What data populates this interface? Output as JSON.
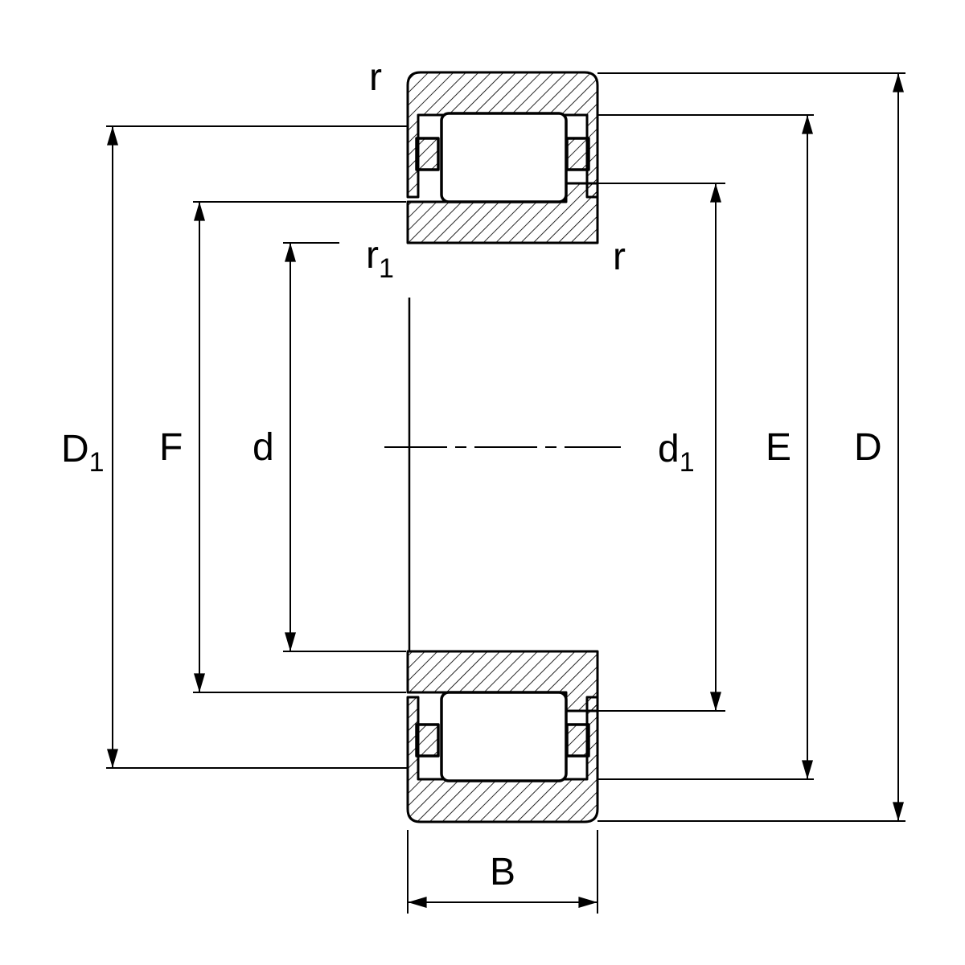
{
  "colors": {
    "line": "#000000",
    "background": "#ffffff"
  },
  "dims": {
    "D1": {
      "base": "D",
      "sub": "1"
    },
    "F": {
      "base": "F"
    },
    "d": {
      "base": "d"
    },
    "d1": {
      "base": "d",
      "sub": "1"
    },
    "E": {
      "base": "E"
    },
    "D": {
      "base": "D"
    },
    "B": {
      "base": "B"
    },
    "r_top": {
      "base": "r"
    },
    "r1": {
      "base": "r",
      "sub": "1"
    },
    "r_right": {
      "base": "r"
    }
  }
}
